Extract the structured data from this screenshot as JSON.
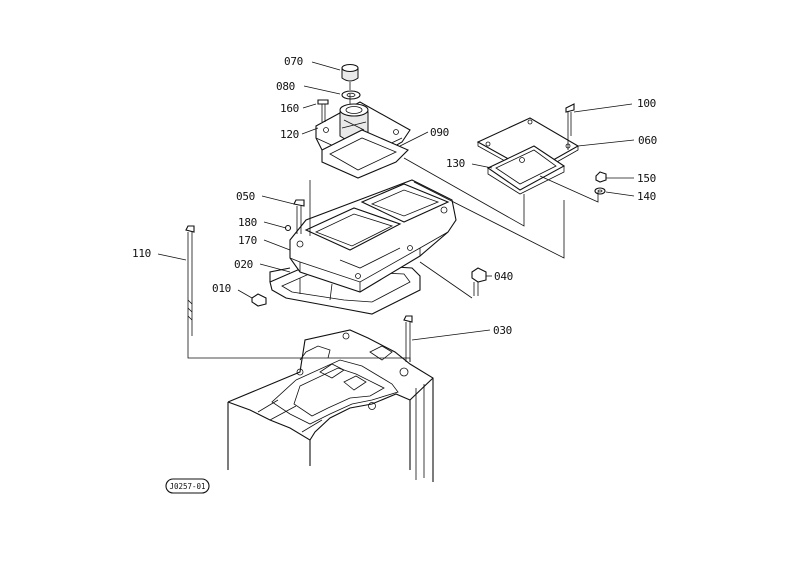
{
  "diagram": {
    "drawing_code": "J0257-01",
    "parts": [
      {
        "id": "p070",
        "label": "070"
      },
      {
        "id": "p080",
        "label": "080"
      },
      {
        "id": "p160",
        "label": "160"
      },
      {
        "id": "p120",
        "label": "120"
      },
      {
        "id": "p090",
        "label": "090"
      },
      {
        "id": "p100",
        "label": "100"
      },
      {
        "id": "p060",
        "label": "060"
      },
      {
        "id": "p130",
        "label": "130"
      },
      {
        "id": "p150",
        "label": "150"
      },
      {
        "id": "p140",
        "label": "140"
      },
      {
        "id": "p050",
        "label": "050"
      },
      {
        "id": "p180",
        "label": "180"
      },
      {
        "id": "p170",
        "label": "170"
      },
      {
        "id": "p020",
        "label": "020"
      },
      {
        "id": "p010",
        "label": "010"
      },
      {
        "id": "p110",
        "label": "110"
      },
      {
        "id": "p040",
        "label": "040"
      },
      {
        "id": "p030",
        "label": "030"
      }
    ]
  }
}
